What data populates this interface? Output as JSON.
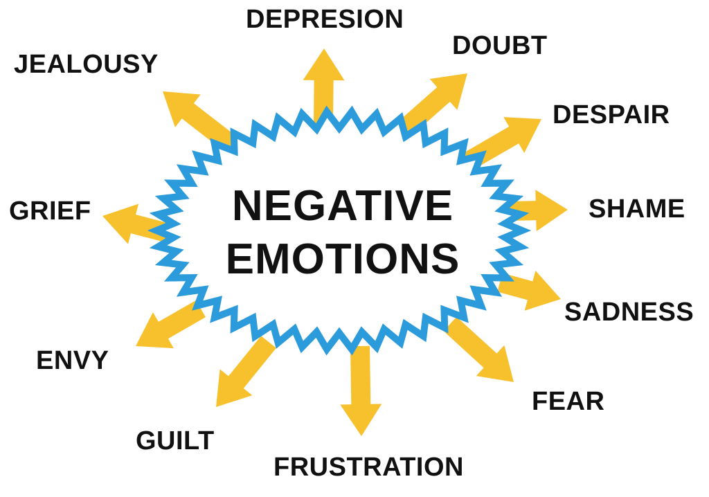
{
  "title": {
    "line1": "NEGATIVE",
    "line2": "EMOTIONS"
  },
  "emotions": {
    "depression": "DEPRESION",
    "doubt": "DOUBT",
    "despair": "DESPAIR",
    "shame": "SHAME",
    "sadness": "SADNESS",
    "fear": "FEAR",
    "frustration": "FRUSTRATION",
    "guilt": "GUILT",
    "envy": "ENVY",
    "grief": "GRIEF",
    "jealousy": "JEALOUSY"
  },
  "colors": {
    "arrow": "#F7C12E",
    "border": "#2B9BDB",
    "text": "#111111",
    "center_fill": "#FFFFFF"
  }
}
